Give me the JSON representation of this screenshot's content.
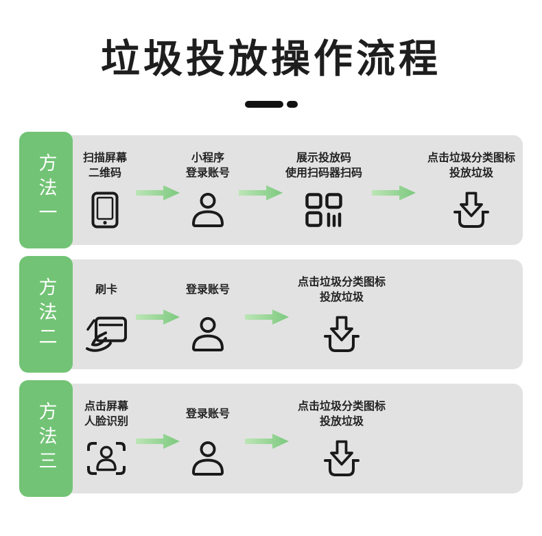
{
  "title": "垃圾投放操作流程",
  "decoration": {
    "underline": "black-dash-pair"
  },
  "colors": {
    "label_green": "#72c375",
    "row_gray": "#e2e2e2",
    "arrow_green_light": "#bce5b6",
    "arrow_green_dark": "#7cc97e",
    "text_dark": "#222222",
    "title_dark": "#1e1e1e",
    "label_text": "#ffffff"
  },
  "methods": [
    {
      "label": "方法一",
      "steps": [
        {
          "icon": "phone-icon",
          "lines": [
            "扫描屏幕",
            "二维码"
          ]
        },
        {
          "icon": "person-icon",
          "lines": [
            "小程序",
            "登录账号"
          ]
        },
        {
          "icon": "scan-code-icon",
          "lines": [
            "展示投放码",
            "使用扫码器扫码"
          ]
        },
        {
          "icon": "drop-trash-icon",
          "lines": [
            "点击垃圾分类图标",
            "投放垃圾"
          ]
        }
      ]
    },
    {
      "label": "方法二",
      "steps": [
        {
          "icon": "card-swipe-icon",
          "lines": [
            "刷卡"
          ]
        },
        {
          "icon": "person-icon",
          "lines": [
            "登录账号"
          ]
        },
        {
          "icon": "drop-trash-icon",
          "lines": [
            "点击垃圾分类图标",
            "投放垃圾"
          ]
        }
      ]
    },
    {
      "label": "方法三",
      "steps": [
        {
          "icon": "face-scan-icon",
          "lines": [
            "点击屏幕",
            "人脸识别"
          ]
        },
        {
          "icon": "person-icon",
          "lines": [
            "登录账号"
          ]
        },
        {
          "icon": "drop-trash-icon",
          "lines": [
            "点击垃圾分类图标",
            "投放垃圾"
          ]
        }
      ]
    }
  ]
}
